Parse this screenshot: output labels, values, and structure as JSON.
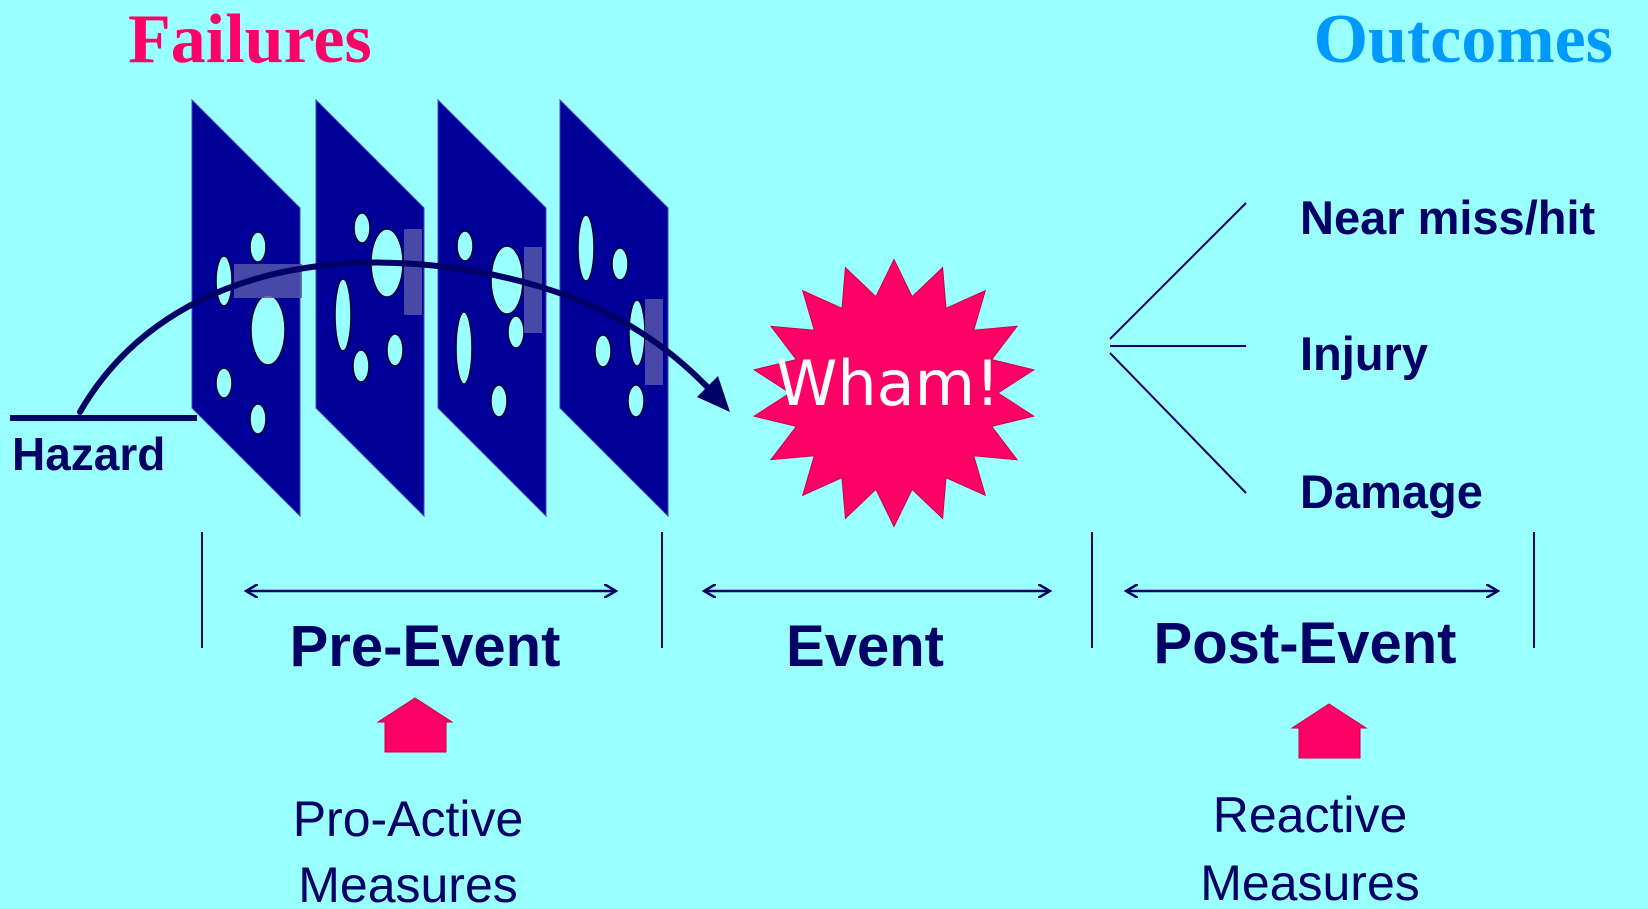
{
  "titles": {
    "failures": "Failures",
    "outcomes": "Outcomes"
  },
  "hazard_label": "Hazard",
  "event_burst_label": "Wham!",
  "outcomes_list": [
    "Near miss/hit",
    "Injury",
    "Damage"
  ],
  "phases": {
    "pre_event": "Pre-Event",
    "event": "Event",
    "post_event": "Post-Event"
  },
  "measures": {
    "proactive": [
      "Pro-Active",
      "Measures"
    ],
    "reactive": [
      "Reactive",
      "Measures"
    ]
  },
  "colors": {
    "background": "#99ffff",
    "failures_title": "#ff0066",
    "outcomes_title": "#0099ff",
    "slice_fill": "#000099",
    "hole_fill": "#99ffff",
    "text_navy": "#000066",
    "burst_fill": "#ff0066",
    "burst_text": "#ffffff",
    "arrow_up_fill": "#ff0066"
  },
  "icons": {
    "slices": "swiss-cheese-slice-icon",
    "trajectory": "curved-arrow-icon",
    "burst": "starburst-icon",
    "measure_arrows": "up-arrow-icon"
  }
}
